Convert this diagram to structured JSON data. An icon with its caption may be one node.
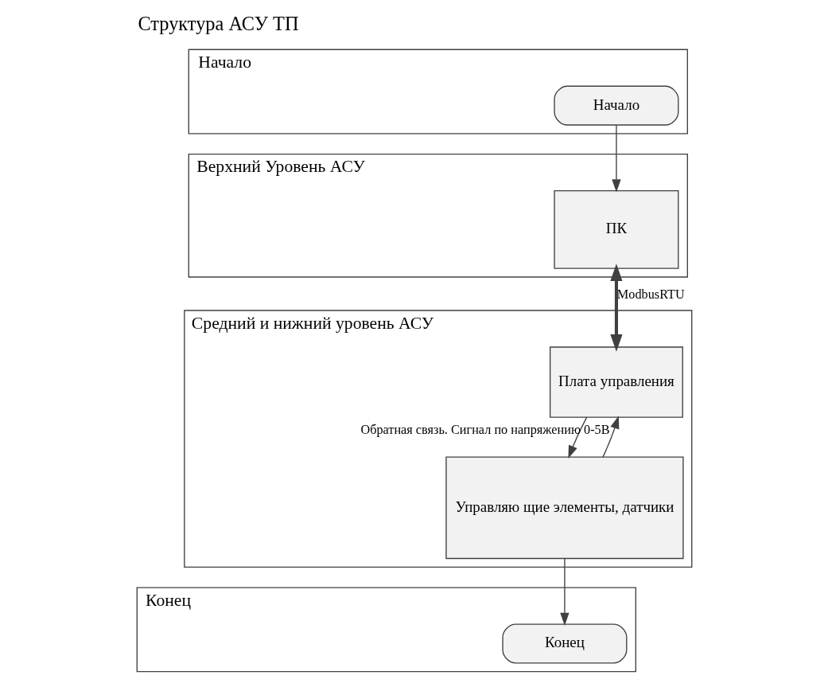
{
  "diagram": {
    "title": "Структура АСУ ТП",
    "nodes": [
      {
        "text": [
          "Начало"
        ]
      },
      {
        "text": [
          "Верхний Уровень АСУ"
        ]
      },
      {
        "text": [
          "Средний и нижний уровень АСУ"
        ]
      },
      {
        "text": [
          "Конец"
        ]
      },
      {
        "text": [
          "Начало"
        ],
        "in": 0
      },
      {
        "text": [
          "ПК"
        ],
        "in": 1
      },
      {
        "text": [
          "Плата управления"
        ],
        "in": 2
      },
      {
        "text": [
          "Управляю щие элементы, датчики"
        ],
        "in": 2
      },
      {
        "text": [
          "Конец"
        ],
        "in": 3
      }
    ],
    "edges": [
      {
        "from": 4,
        "to": 5,
        "arrow": "to"
      },
      {
        "from": 5,
        "to": 6,
        "arrow": "both",
        "label": "ModbusRTU",
        "style": "thick"
      },
      {
        "from": 6,
        "to": 7,
        "arrow": "to"
      },
      {
        "from": 7,
        "to": 6,
        "arrow": "to",
        "label": "Обратная связь. Сигнал по напряжению 0-5В"
      },
      {
        "from": 7,
        "to": 8,
        "arrow": "to"
      }
    ]
  }
}
